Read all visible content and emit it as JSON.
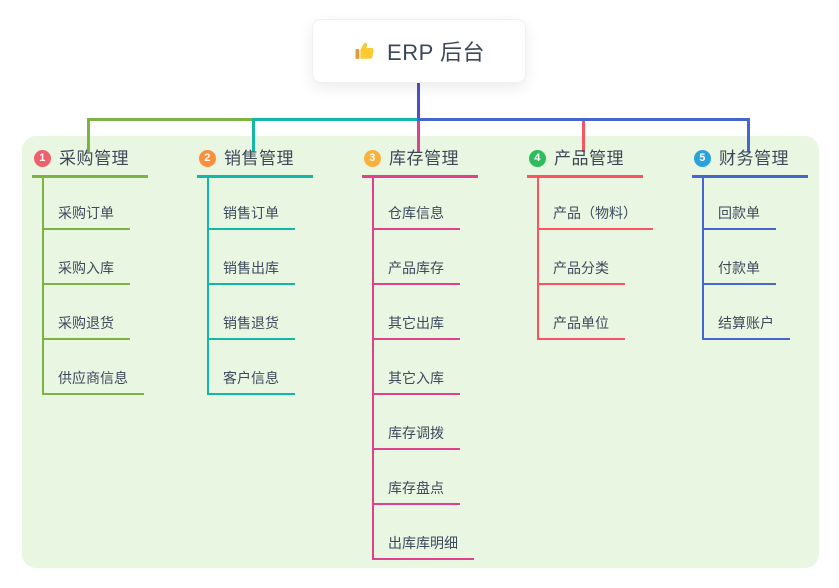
{
  "root": {
    "title": "ERP 后台",
    "icon": "thumbs-up-icon"
  },
  "branches": [
    {
      "index": "1",
      "title": "采购管理",
      "badge_color": "#f25f6a",
      "line_color": "#7cb342",
      "children": [
        "采购订单",
        "采购入库",
        "采购退货",
        "供应商信息"
      ]
    },
    {
      "index": "2",
      "title": "销售管理",
      "badge_color": "#fb8f3d",
      "line_color": "#12b7a8",
      "children": [
        "销售订单",
        "销售出库",
        "销售退货",
        "客户信息"
      ]
    },
    {
      "index": "3",
      "title": "库存管理",
      "badge_color": "#fbb03b",
      "line_color": "#e0418e",
      "children": [
        "仓库信息",
        "产品库存",
        "其它出库",
        "其它入库",
        "库存调拨",
        "库存盘点",
        "出库库明细"
      ]
    },
    {
      "index": "4",
      "title": "产品管理",
      "badge_color": "#2ebd5c",
      "line_color": "#fa5460",
      "children": [
        "产品（物料）",
        "产品分类",
        "产品单位"
      ]
    },
    {
      "index": "5",
      "title": "财务管理",
      "badge_color": "#29a3dc",
      "line_color": "#4466cd",
      "children": [
        "回款单",
        "付款单",
        "结算账户"
      ]
    }
  ],
  "palette": {
    "page_bg": "#ffffff",
    "panel_bg": "#e9f6e2",
    "card_bg": "#ffffff",
    "text": "#3d4a5c",
    "title_text": "#3c4858",
    "root_connector": "#4b50c8",
    "bus_segments": [
      "#7cb342",
      "#12b7a8",
      "#4466cd"
    ],
    "icon_hand": "#fbca32",
    "icon_cuff": "#de9b45"
  }
}
